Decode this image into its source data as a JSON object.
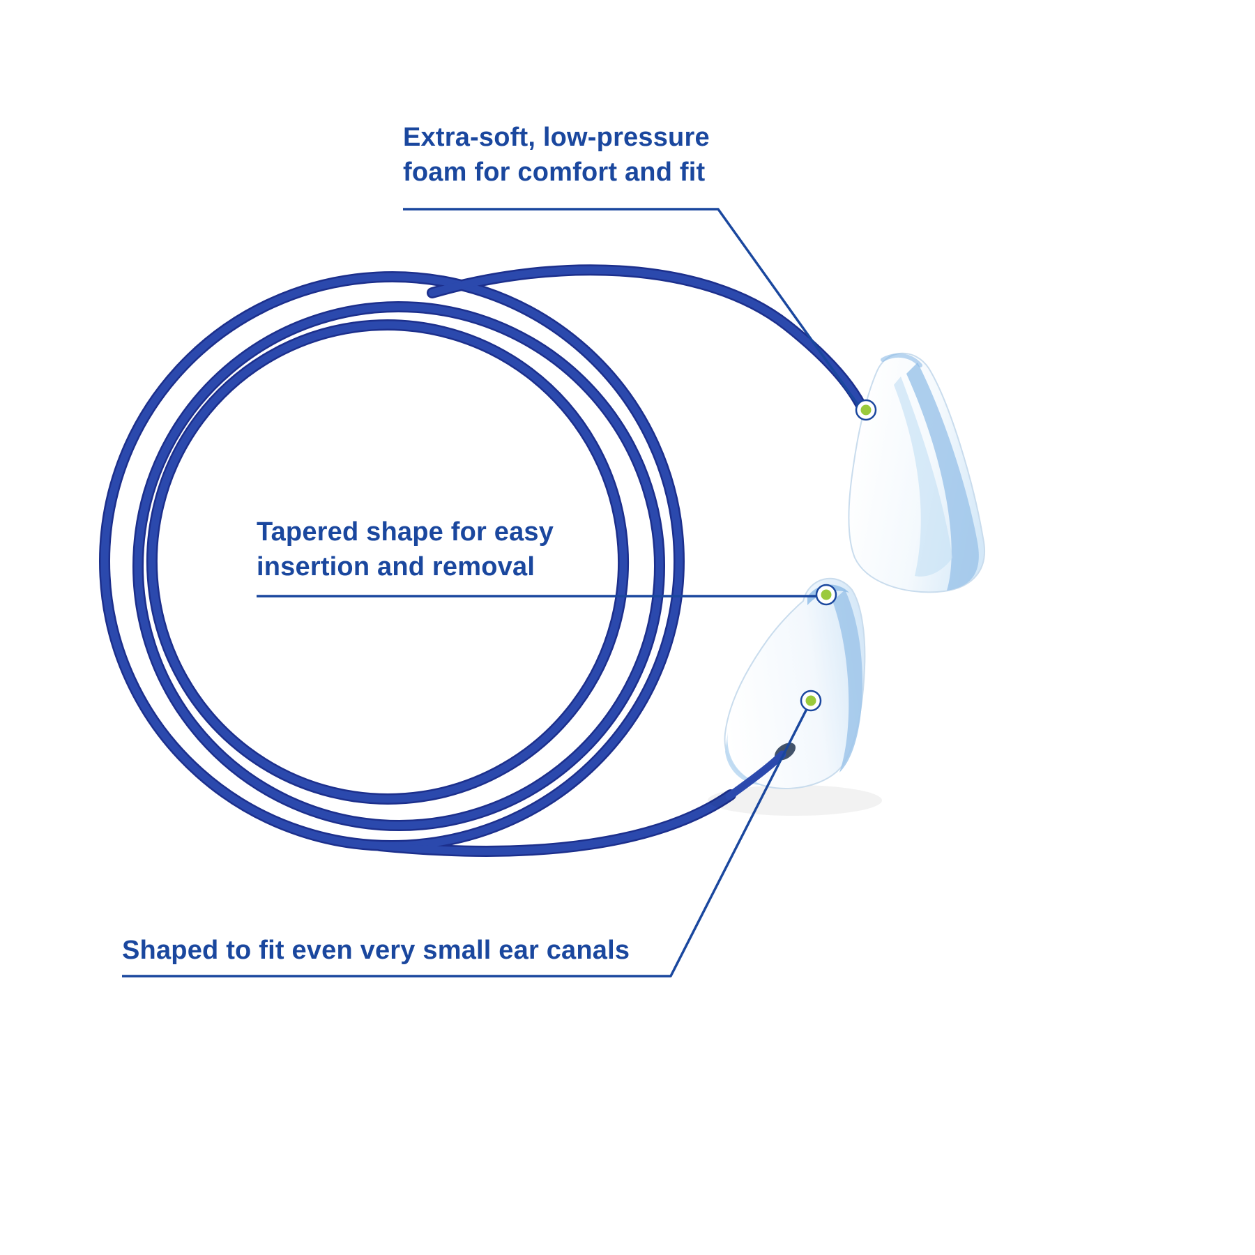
{
  "colors": {
    "background": "#ffffff",
    "text_blue": "#1a479e",
    "leader_blue": "#1a479e",
    "cord_blue": "#2b49ad",
    "cord_dark": "#1c2f8c",
    "marker_green": "#9aca3c",
    "plug_white": "#ffffff",
    "plug_blue_light": "#c7e0f4",
    "plug_blue": "#8fbce7"
  },
  "annotations": {
    "foam": {
      "line1": "Extra-soft, low-pressure",
      "line2": "foam for comfort and fit"
    },
    "taper": {
      "line1": "Tapered shape for easy",
      "line2": "insertion and removal"
    },
    "fit": {
      "line1": "Shaped to fit even very small ear canals"
    }
  }
}
